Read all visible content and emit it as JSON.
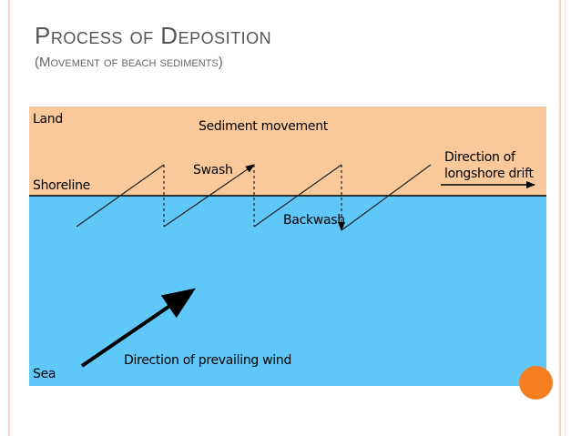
{
  "slide": {
    "title": "Process of Deposition",
    "subtitle": "(Movement of beach sediments)"
  },
  "diagram": {
    "labels": {
      "land": "Land",
      "sediment_movement": "Sediment movement",
      "shoreline": "Shoreline",
      "swash": "Swash",
      "backwash": "Backwash",
      "direction_line1": "Direction of",
      "direction_line2": "longshore drift",
      "wind": "Direction of prevailing wind",
      "sea": "Sea"
    },
    "colors": {
      "land": "#f9c99c",
      "sea": "#5fc8f8",
      "accent": "#f57e20"
    }
  }
}
